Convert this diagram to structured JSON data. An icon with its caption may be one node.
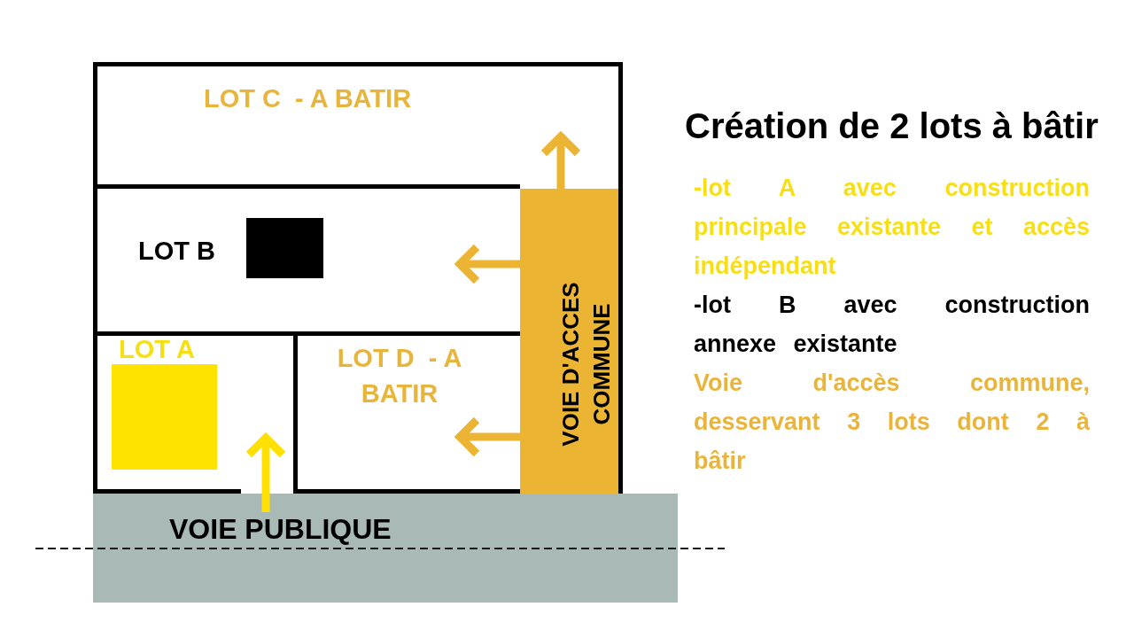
{
  "diagram": {
    "title": "Création de 2 lots à bâtir",
    "nodes": [
      {
        "text": [
          "LOT C  - A BATIR"
        ]
      },
      {
        "text": [
          "LOT B"
        ]
      },
      {
        "text": [],
        "shape": "box",
        "in": 1
      },
      {
        "text": [
          "LOT A"
        ]
      },
      {
        "text": [],
        "shape": "box",
        "in": 3
      },
      {
        "text": [
          "LOT D  - A BATIR"
        ]
      },
      {
        "text": [
          "VOIE D'ACCES COMMUNE"
        ]
      },
      {
        "text": [
          "VOIE PUBLIQUE"
        ]
      }
    ],
    "edges": [
      {
        "from": 6,
        "to": 0,
        "arrow": "to"
      },
      {
        "from": 6,
        "to": 1,
        "arrow": "to"
      },
      {
        "from": 6,
        "to": 5,
        "arrow": "to"
      },
      {
        "from": 7,
        "to": 3,
        "arrow": "to",
        "color": "#ffe000"
      }
    ],
    "labels": [
      "-lot A avec construction principale existante et accès indépendant",
      "-lot B avec construction annexe existante",
      "Voie d'accès commune, desservant 3 lots dont 2 à bâtir"
    ]
  }
}
